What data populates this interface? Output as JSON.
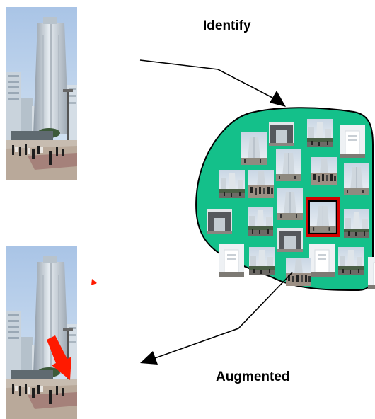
{
  "labels": {
    "identify": "Identify",
    "augmented": "Augmented"
  },
  "colors": {
    "cluster_fill": "#14c08a",
    "cluster_stroke": "#000000",
    "highlight_border": "#d40000",
    "augment_arrow": "#ff1a00",
    "connector": "#000000"
  },
  "photos": {
    "query": "tower-photo",
    "result": "tower-photo-augmented"
  },
  "cluster": {
    "thumbnail_count": 22,
    "matched_thumbnail": "tower-thumbnail-match"
  }
}
